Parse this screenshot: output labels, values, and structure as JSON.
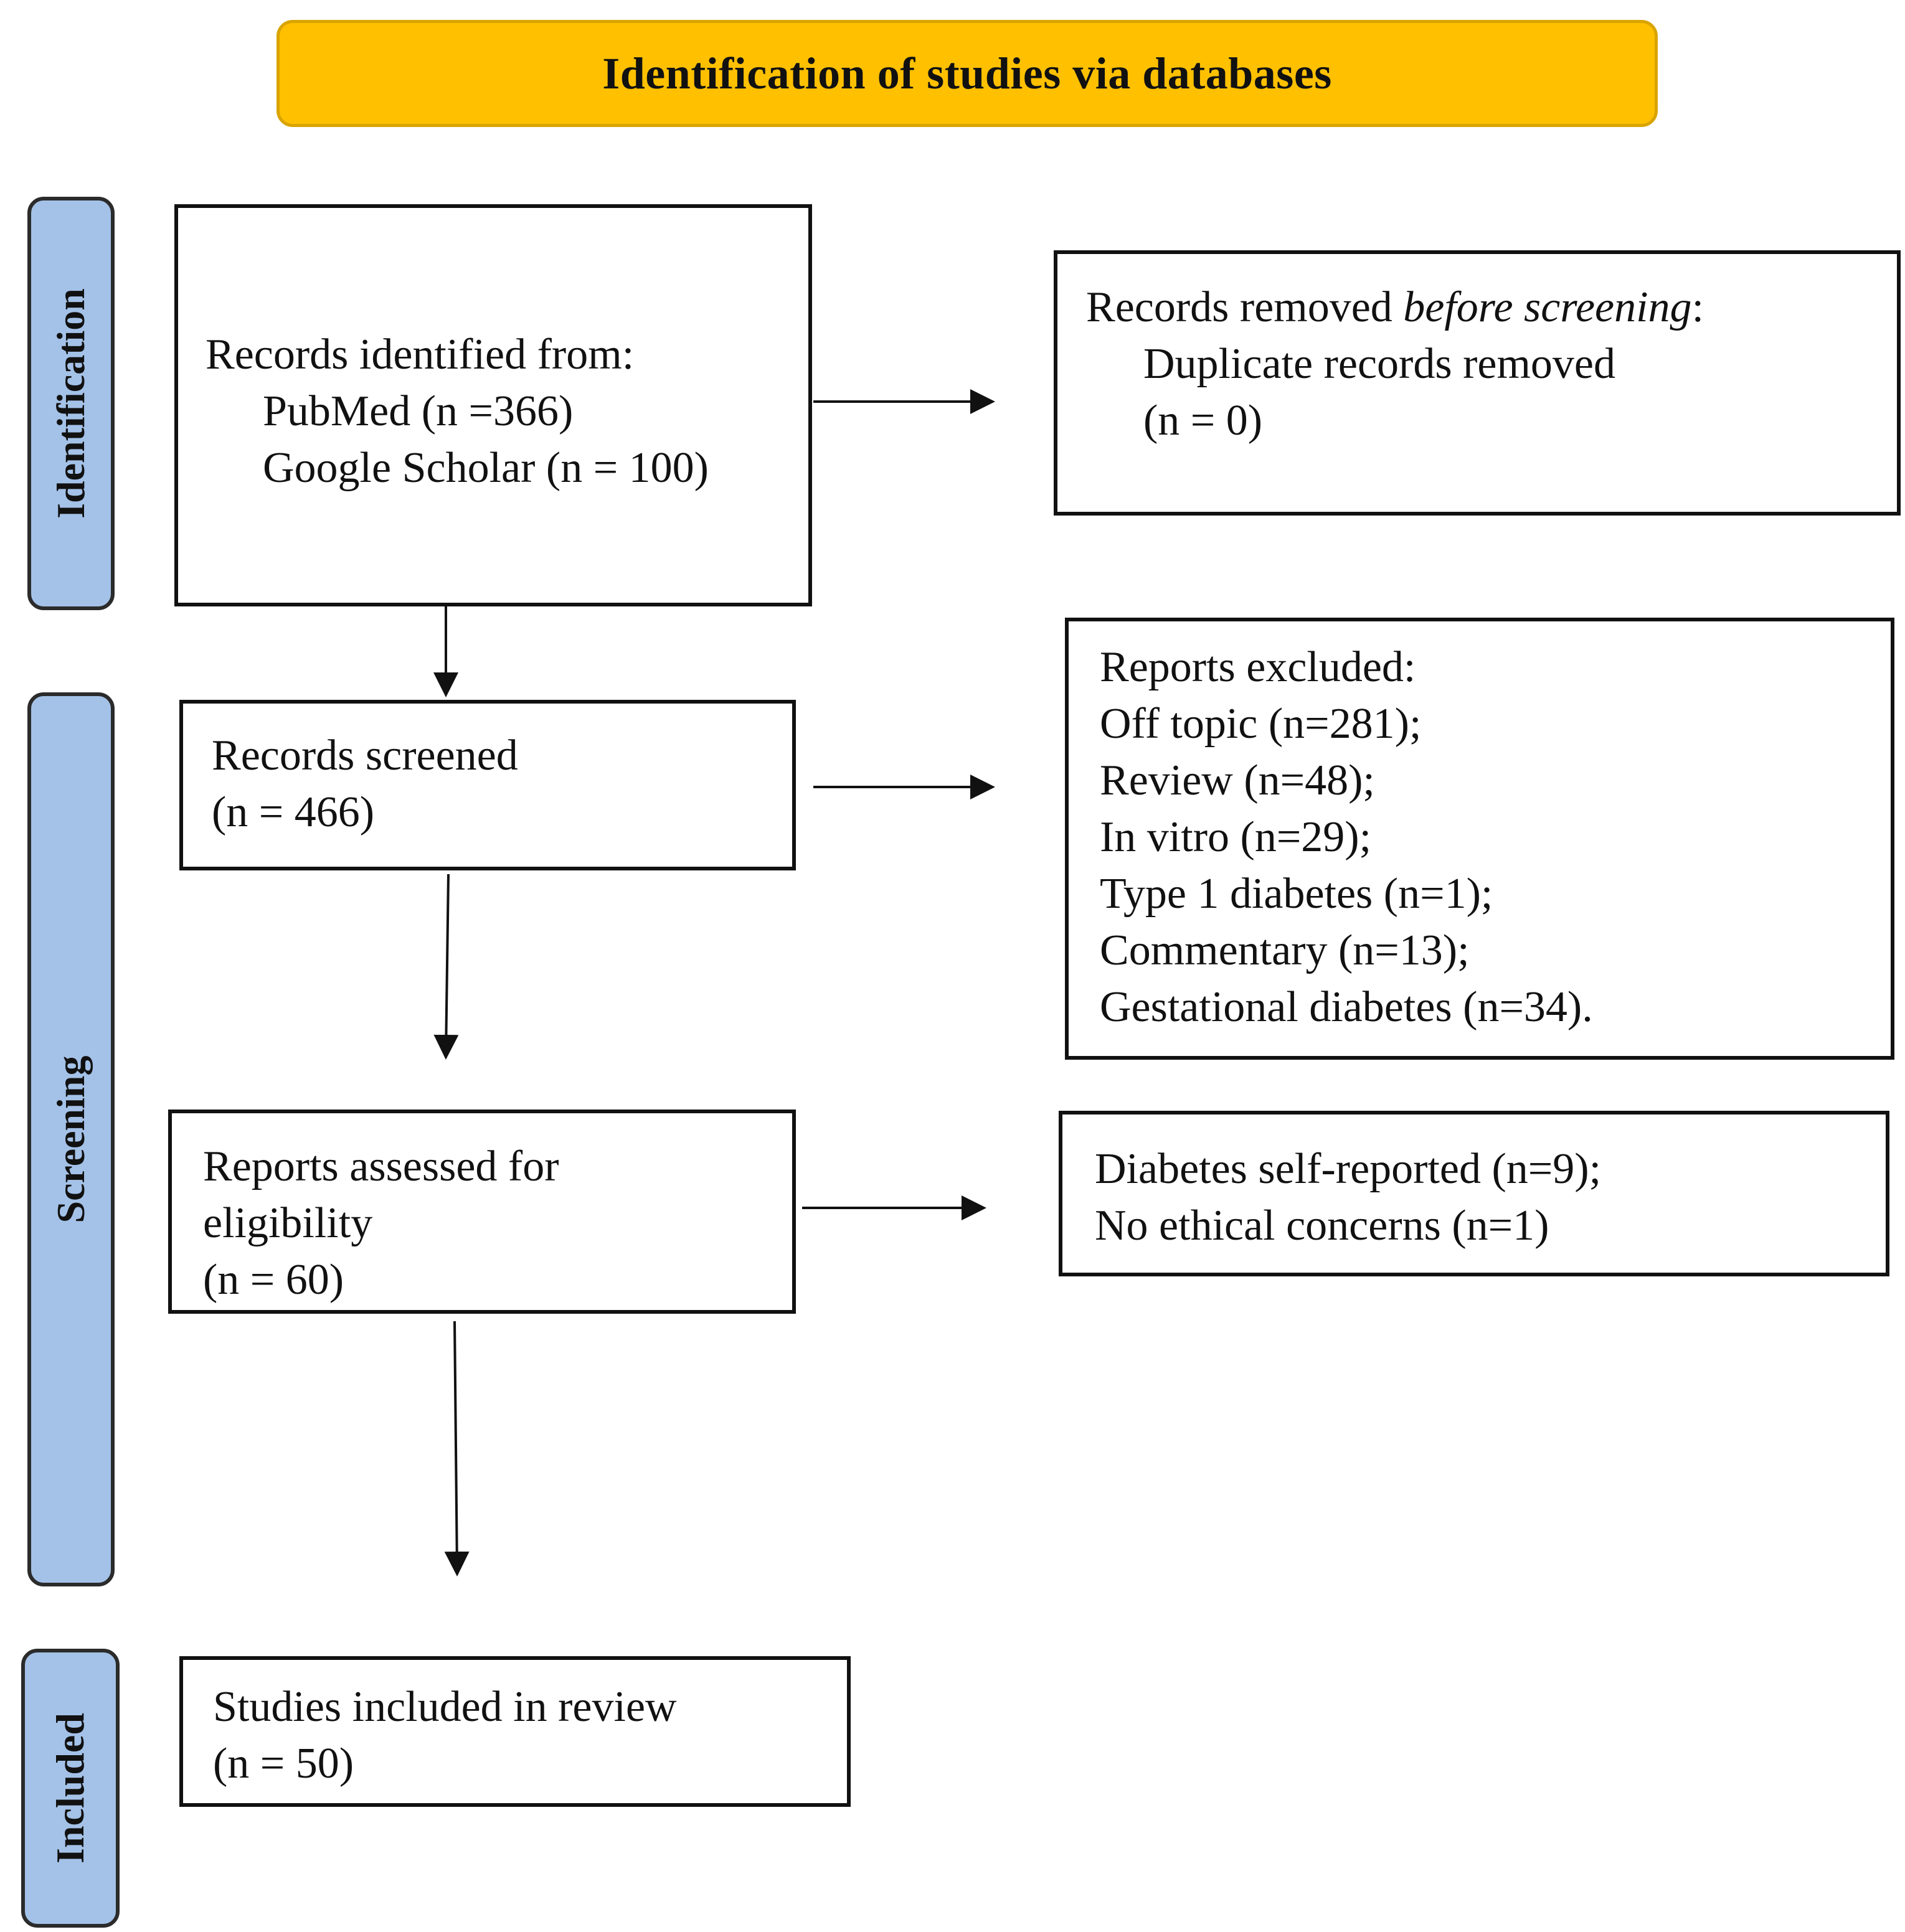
{
  "header": {
    "title": "Identification of studies via databases"
  },
  "stages": {
    "identification": "Identification",
    "screening": "Screening",
    "included": "Included"
  },
  "records_identified": {
    "heading": "Records identified from:",
    "pubmed": "PubMed (n =366)",
    "google_scholar": "Google Scholar (n = 100)"
  },
  "records_removed": {
    "heading_prefix": "Records removed ",
    "heading_emphasis": "before screening",
    "heading_suffix": ":",
    "duplicates": "Duplicate records removed",
    "duplicates_count": "(n = 0)"
  },
  "records_screened": {
    "label": "Records screened",
    "count": "(n = 466)"
  },
  "reports_excluded": {
    "heading": "Reports excluded:",
    "items": [
      "Off topic (n=281);",
      "Review (n=48);",
      "In vitro (n=29);",
      "Type 1 diabetes (n=1);",
      "Commentary (n=13);",
      "Gestational diabetes (n=34)."
    ]
  },
  "reports_assessed": {
    "label_line1": "Reports assessed for",
    "label_line2": "eligibility",
    "count": "(n = 60)"
  },
  "eligibility_excluded": {
    "items": [
      "Diabetes self-reported (n=9);",
      "No ethical concerns (n=1)"
    ]
  },
  "studies_included": {
    "label": "Studies included in review",
    "count": "(n = 50)"
  }
}
